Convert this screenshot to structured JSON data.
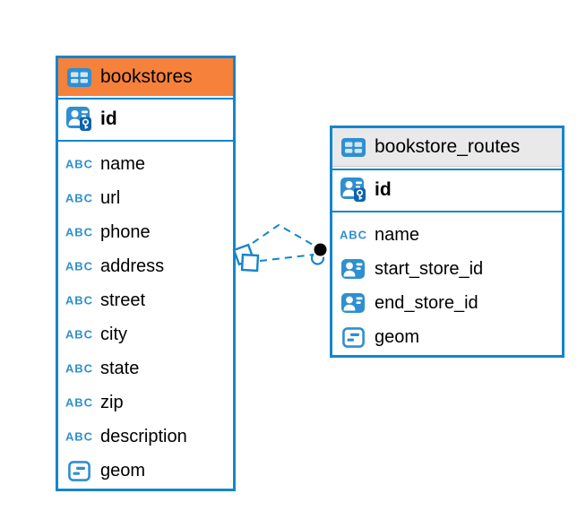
{
  "diagram": {
    "background": "#ffffff",
    "accent_blue": "#1585CB",
    "icon_blue": "#2F8FD0",
    "pk_key_chip_blue": "#0E63AC"
  },
  "tables": [
    {
      "name": "bookstores",
      "header": {
        "label": "bookstores",
        "background": "#F6813B",
        "icon": "table-icon"
      },
      "primary_key": {
        "label": "id",
        "icon": "person-key-icon"
      },
      "fields": [
        {
          "label": "name",
          "type_icon": "text-type-icon"
        },
        {
          "label": "url",
          "type_icon": "text-type-icon"
        },
        {
          "label": "phone",
          "type_icon": "text-type-icon"
        },
        {
          "label": "address",
          "type_icon": "text-type-icon"
        },
        {
          "label": "street",
          "type_icon": "text-type-icon"
        },
        {
          "label": "city",
          "type_icon": "text-type-icon"
        },
        {
          "label": "state",
          "type_icon": "text-type-icon"
        },
        {
          "label": "zip",
          "type_icon": "text-type-icon"
        },
        {
          "label": "description",
          "type_icon": "text-type-icon"
        },
        {
          "label": "geom",
          "type_icon": "object-type-icon"
        }
      ]
    },
    {
      "name": "bookstore_routes",
      "header": {
        "label": "bookstore_routes",
        "background": "#E9E9E9",
        "icon": "table-icon"
      },
      "primary_key": {
        "label": "id",
        "icon": "person-key-icon"
      },
      "fields": [
        {
          "label": "name",
          "type_icon": "text-type-icon"
        },
        {
          "label": "start_store_id",
          "type_icon": "person-type-icon"
        },
        {
          "label": "end_store_id",
          "type_icon": "person-type-icon"
        },
        {
          "label": "geom",
          "type_icon": "object-type-icon"
        }
      ]
    }
  ],
  "relationships": {
    "source_table": "bookstores",
    "target_table": "bookstore_routes",
    "line_count": 2,
    "line_style": "dashed",
    "line_color": "#1585CB",
    "source_anchor_shape": "overlapping-squares",
    "target_anchor_shape": "filled-dot"
  }
}
